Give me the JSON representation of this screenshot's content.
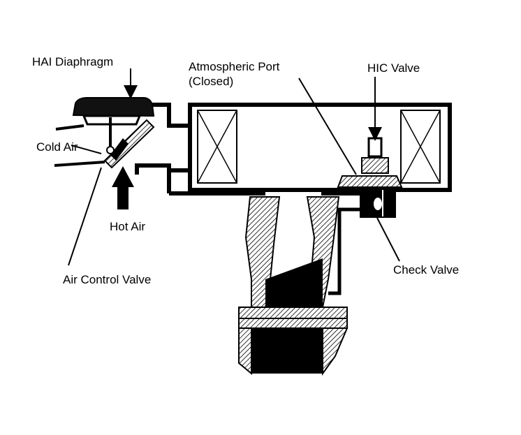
{
  "labels": {
    "hai_diaphragm": "HAI Diaphragm",
    "atmospheric_port": "Atmospheric Port",
    "atmospheric_port_state": "(Closed)",
    "hic_valve": "HIC Valve",
    "cold_air": "Cold Air",
    "hot_air": "Hot Air",
    "air_control_valve": "Air Control Valve",
    "check_valve": "Check Valve"
  },
  "colors": {
    "ink": "#000000",
    "paper": "#ffffff"
  }
}
